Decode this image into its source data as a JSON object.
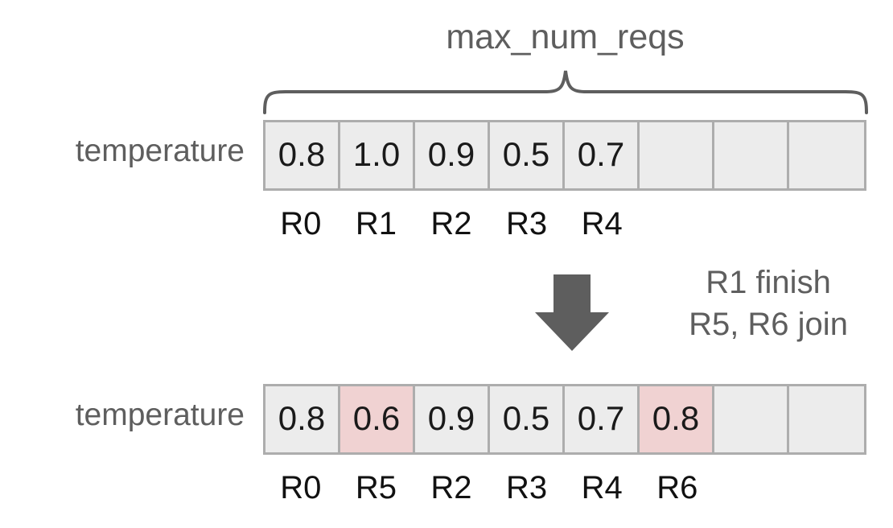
{
  "diagram": {
    "title": "max_num_reqs",
    "brace_label": "max_num_reqs",
    "colors": {
      "cell_fill": "#ececec",
      "cell_border": "#adadad",
      "highlight_fill": "#f0d2d2",
      "text_gray": "#5e5e5e",
      "text_dark": "#1a1a1a",
      "arrow": "#5e5e5e",
      "background": "#ffffff"
    },
    "rows": [
      {
        "name": "before",
        "label": "temperature",
        "capacity": 8,
        "cells": [
          {
            "value": "0.8",
            "highlight": false
          },
          {
            "value": "1.0",
            "highlight": false
          },
          {
            "value": "0.9",
            "highlight": false
          },
          {
            "value": "0.5",
            "highlight": false
          },
          {
            "value": "0.7",
            "highlight": false
          },
          {
            "value": "",
            "highlight": false
          },
          {
            "value": "",
            "highlight": false
          },
          {
            "value": "",
            "highlight": false
          }
        ],
        "request_ids": [
          "R0",
          "R1",
          "R2",
          "R3",
          "R4",
          "",
          "",
          ""
        ]
      },
      {
        "name": "after",
        "label": "temperature",
        "capacity": 8,
        "cells": [
          {
            "value": "0.8",
            "highlight": false
          },
          {
            "value": "0.6",
            "highlight": true
          },
          {
            "value": "0.9",
            "highlight": false
          },
          {
            "value": "0.5",
            "highlight": false
          },
          {
            "value": "0.7",
            "highlight": false
          },
          {
            "value": "0.8",
            "highlight": true
          },
          {
            "value": "",
            "highlight": false
          },
          {
            "value": "",
            "highlight": false
          }
        ],
        "request_ids": [
          "R0",
          "R5",
          "R2",
          "R3",
          "R4",
          "R6",
          "",
          ""
        ]
      }
    ],
    "transition": {
      "arrow_icon": "down-arrow-icon",
      "lines": [
        "R1 finish",
        "R5, R6 join"
      ]
    }
  }
}
